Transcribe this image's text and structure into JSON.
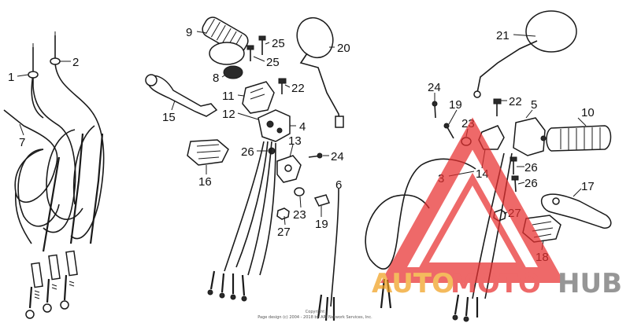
{
  "diagram": {
    "callouts": [
      {
        "id": "c1",
        "text": "1"
      },
      {
        "id": "c2",
        "text": "2"
      },
      {
        "id": "c7",
        "text": "7"
      },
      {
        "id": "c9",
        "text": "9"
      },
      {
        "id": "c25a",
        "text": "25"
      },
      {
        "id": "c25b",
        "text": "25"
      },
      {
        "id": "c20",
        "text": "20"
      },
      {
        "id": "c8",
        "text": "8"
      },
      {
        "id": "c22a",
        "text": "22"
      },
      {
        "id": "c11",
        "text": "11"
      },
      {
        "id": "c15",
        "text": "15"
      },
      {
        "id": "c12",
        "text": "12"
      },
      {
        "id": "c4",
        "text": "4"
      },
      {
        "id": "c26a",
        "text": "26"
      },
      {
        "id": "c13",
        "text": "13"
      },
      {
        "id": "c24a",
        "text": "24"
      },
      {
        "id": "c16",
        "text": "16"
      },
      {
        "id": "c6",
        "text": "6"
      },
      {
        "id": "c23a",
        "text": "23"
      },
      {
        "id": "c19a",
        "text": "19"
      },
      {
        "id": "c27a",
        "text": "27"
      },
      {
        "id": "c21",
        "text": "21"
      },
      {
        "id": "c24b",
        "text": "24"
      },
      {
        "id": "c19b",
        "text": "19"
      },
      {
        "id": "c22b",
        "text": "22"
      },
      {
        "id": "c5",
        "text": "5"
      },
      {
        "id": "c10",
        "text": "10"
      },
      {
        "id": "c23b",
        "text": "23"
      },
      {
        "id": "c14",
        "text": "14"
      },
      {
        "id": "c26b",
        "text": "26"
      },
      {
        "id": "c3",
        "text": "3"
      },
      {
        "id": "c26c",
        "text": "26"
      },
      {
        "id": "c17",
        "text": "17"
      },
      {
        "id": "c27b",
        "text": "27"
      },
      {
        "id": "c18",
        "text": "18"
      }
    ],
    "copyright": {
      "line1": "Copyright",
      "line2": "Page design (c) 2004 - 2018 by ARI Network Services, Inc."
    },
    "watermark": {
      "part1": "AUTO",
      "part2": "MOTO",
      "part3": "HUB",
      "color_orange": "#f0a020",
      "color_red": "#e83030",
      "color_grey": "#6e6e6e"
    }
  }
}
